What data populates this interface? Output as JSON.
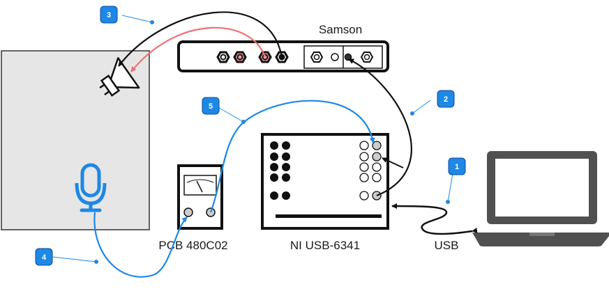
{
  "labels": {
    "samson": "Samson",
    "pcb": "PCB 480C02",
    "ni": "NI USB-6341",
    "usb": "USB"
  },
  "badges": [
    "1",
    "2",
    "3",
    "4",
    "5"
  ],
  "colors": {
    "badge_fill": "#1e88e5",
    "blue_cable": "#1e88e5",
    "red_cable": "#f07070",
    "black_cable": "#111111",
    "room_fill": "#e6e6e6",
    "laptop": "#505050"
  },
  "icons": [
    "speaker-icon",
    "microphone-icon",
    "laptop-icon",
    "gauge-icon"
  ]
}
